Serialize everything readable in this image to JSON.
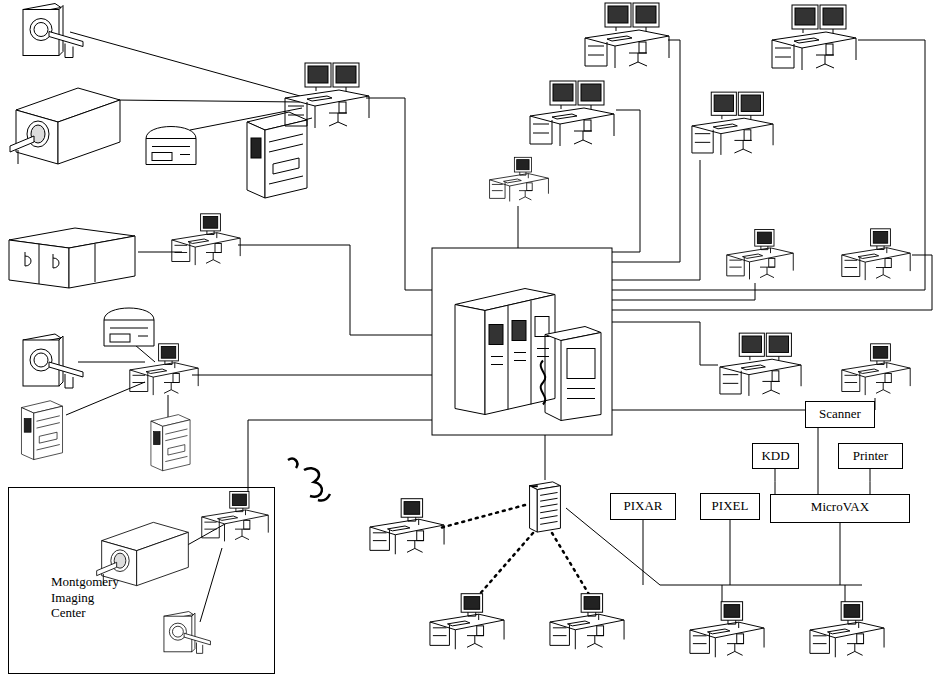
{
  "diagram": {
    "nodes": [
      {
        "text": [
          "Montgomery Imaging Center"
        ]
      },
      {
        "text": [
          "Scanner"
        ]
      },
      {
        "text": [
          "KDD"
        ]
      },
      {
        "text": [
          "Printer"
        ]
      },
      {
        "text": [
          "MicroVAX"
        ]
      },
      {
        "text": [
          "PIXAR"
        ]
      },
      {
        "text": [
          "PIXEL"
        ]
      }
    ],
    "edges": [
      {
        "from": 2,
        "to": 4,
        "arrow": "none"
      },
      {
        "from": 1,
        "to": 4,
        "arrow": "none"
      },
      {
        "from": 3,
        "to": 4,
        "arrow": "none"
      }
    ]
  }
}
